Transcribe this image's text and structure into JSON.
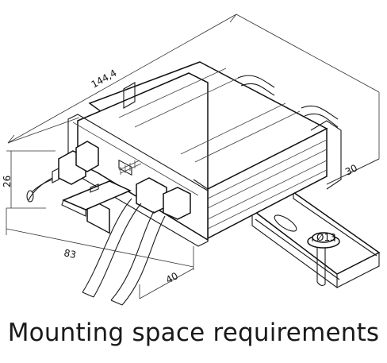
{
  "dimensions": {
    "length": "144,4",
    "height": "26",
    "depth": "83",
    "front_clearance": "40",
    "rail_clearance": "30"
  },
  "screw_label": "Ø13",
  "caption": "Mounting space requirements"
}
